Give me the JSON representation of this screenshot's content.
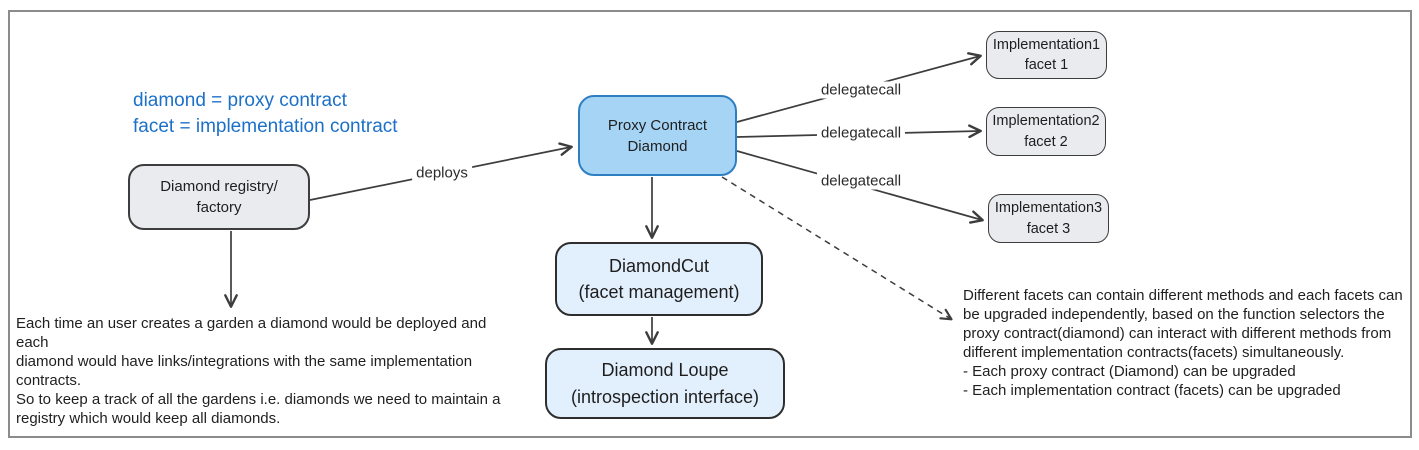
{
  "legend": {
    "text": "diamond = proxy contract\nfacet = implementation contract",
    "color": "#1c70c8"
  },
  "nodes": {
    "registry": {
      "label": "Diamond registry/\nfactory"
    },
    "proxy": {
      "label": "Proxy Contract\nDiamond"
    },
    "impl1": {
      "label": "Implementation1\nfacet 1"
    },
    "impl2": {
      "label": "Implementation2\nfacet 2"
    },
    "impl3": {
      "label": "Implementation3\nfacet 3"
    },
    "diamond_cut": {
      "label": "DiamondCut\n(facet management)"
    },
    "diamond_loupe": {
      "label": "Diamond Loupe\n(introspection interface)"
    }
  },
  "edge_labels": {
    "deploys": "deploys",
    "delegatecall_1": "delegatecall",
    "delegatecall_2": "delegatecall",
    "delegatecall_3": "delegatecall"
  },
  "notes": {
    "left": "Each time an user creates a garden a diamond would be deployed and each\ndiamond would have links/integrations with the same implementation\ncontracts.\nSo to keep a track of all the gardens i.e. diamonds we need to maintain a\nregistry which would keep all diamonds.",
    "right": "Different facets can contain different methods and each facets can\nbe upgraded independently, based on the function selectors the\nproxy contract(diamond) can interact with different methods from\ndifferent implementation contracts(facets) simultaneously.\n- Each proxy contract (Diamond) can be upgraded\n- Each implementation contract (facets) can be upgraded"
  },
  "colors": {
    "proxy_fill": "#a6d4f5",
    "proxy_border": "#2e7fc2",
    "gray_node_fill": "#e9ebee",
    "lightblue_node_fill": "#e2effc",
    "node_border": "#3d3d3d",
    "legend_blue": "#1c70c8",
    "arrow": "#3d3d3d",
    "frame_border": "#8c8c8c"
  }
}
